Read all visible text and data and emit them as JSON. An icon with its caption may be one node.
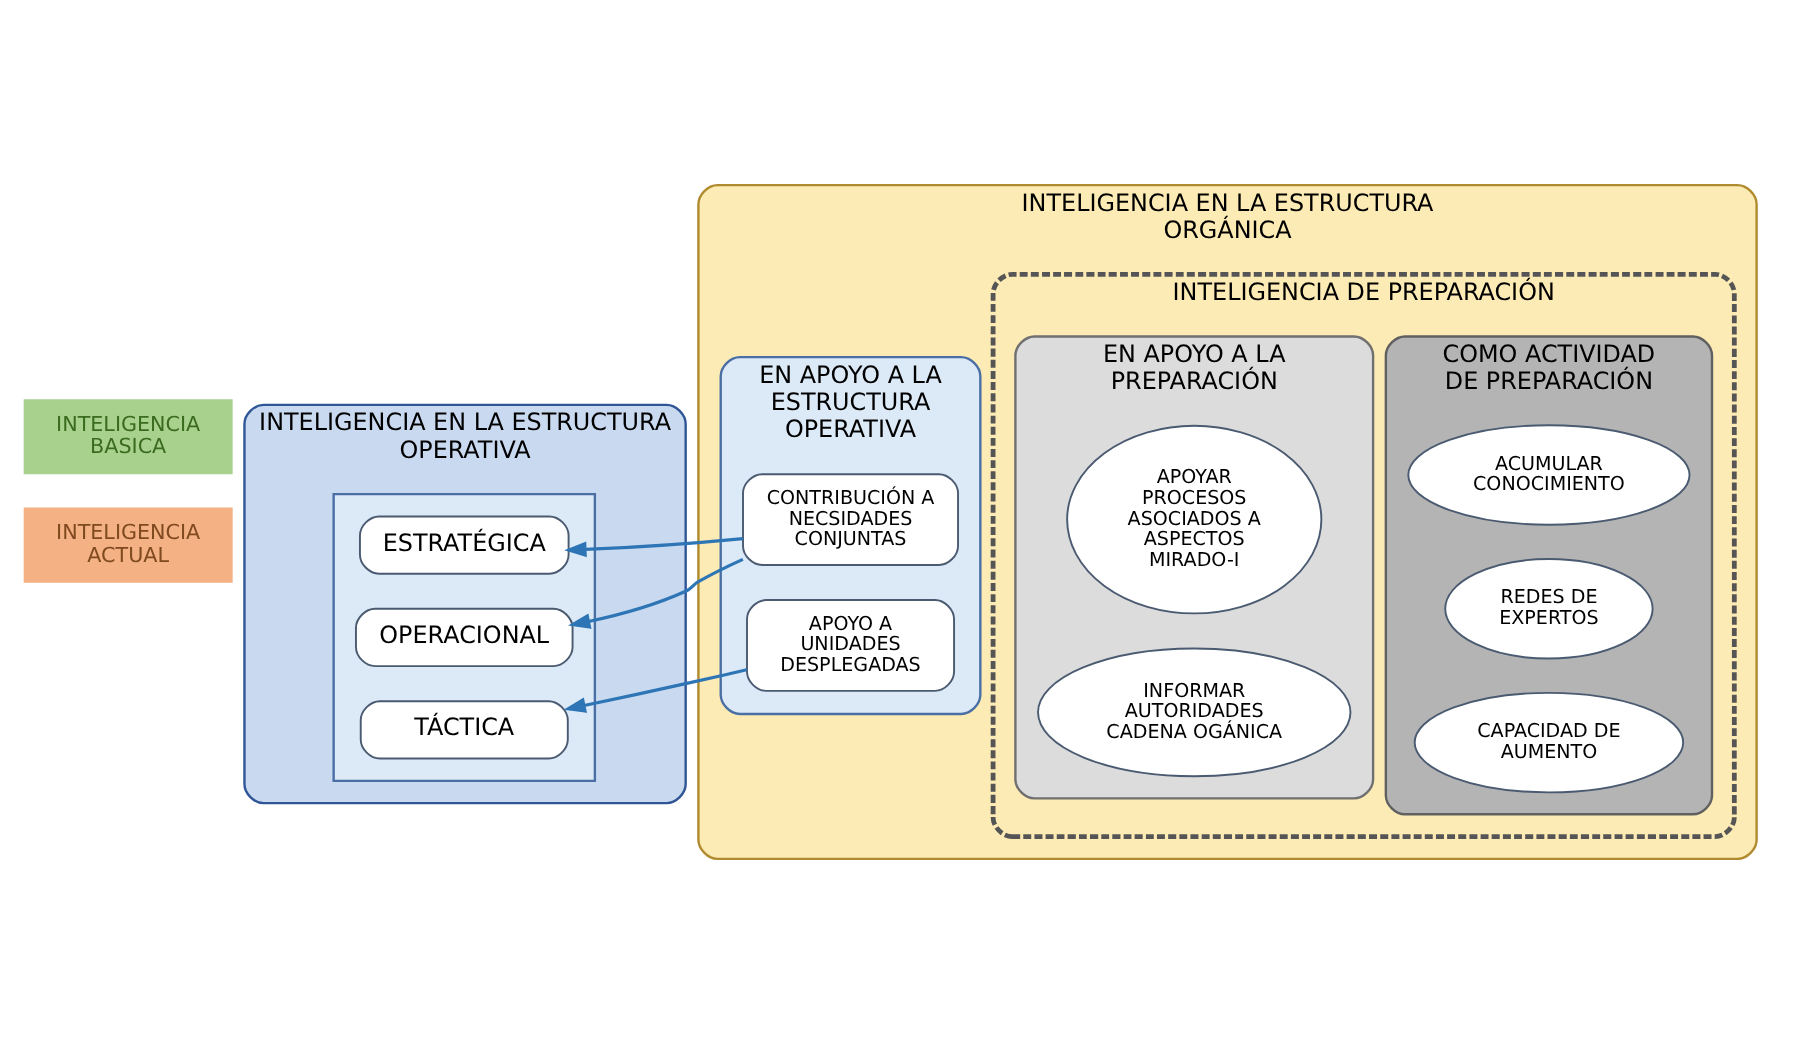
{
  "diagram": {
    "nodes": [
      {
        "text": [
          "INTELIGENCIA EN LA ESTRUCTURA OPERATIVA"
        ]
      },
      {
        "text": [],
        "shape": "box",
        "in": 0
      },
      {
        "text": [
          "ESTRATÉGICA"
        ],
        "in": 1
      },
      {
        "text": [
          "OPERACIONAL"
        ],
        "in": 1
      },
      {
        "text": [
          "TÁCTICA"
        ],
        "in": 1
      },
      {
        "text": [
          "INTELIGENCIA EN LA ESTRUCTURA ORGÁNICA"
        ]
      },
      {
        "text": [
          "EN APOYO A LA ESTRUCTURA OPERATIVA"
        ],
        "in": 5
      },
      {
        "text": [
          "CONTRIBUCIÓN A NECSIDADES CONJUNTAS"
        ],
        "in": 6
      },
      {
        "text": [
          "APOYO A UNIDADES DESPLEGADAS"
        ],
        "in": 6
      },
      {
        "text": [
          "INTELIGENCIA DE PREPARACIÓN"
        ],
        "in": 5
      },
      {
        "text": [
          "EN APOYO A LA PREPARACIÓN"
        ],
        "in": 9
      },
      {
        "text": [
          "APOYAR PROCESOS ASOCIADOS A ASPECTOS MIRADO-I"
        ],
        "in": 10
      },
      {
        "text": [
          "INFORMAR AUTORIDADES CADENA OGÁNICA"
        ],
        "in": 10
      },
      {
        "text": [
          "COMO ACTIVIDAD DE PREPARACIÓN"
        ],
        "in": 9
      },
      {
        "text": [
          "ACUMULAR CONOCIMIENTO"
        ],
        "in": 13
      },
      {
        "text": [
          "REDES DE EXPERTOS"
        ],
        "in": 13
      },
      {
        "text": [
          "CAPACIDAD DE AUMENTO"
        ],
        "in": 13
      },
      {
        "text": [
          "INTELIGENCIA",
          "ACTUAL"
        ]
      },
      {
        "text": [
          "INTELIGENCIA",
          "BASICA"
        ]
      }
    ],
    "edges": [
      {
        "from": 7,
        "to": 2,
        "arrow": "to"
      },
      {
        "from": 7,
        "to": 3,
        "arrow": "to"
      },
      {
        "from": 8,
        "to": 4,
        "arrow": "to"
      }
    ]
  }
}
